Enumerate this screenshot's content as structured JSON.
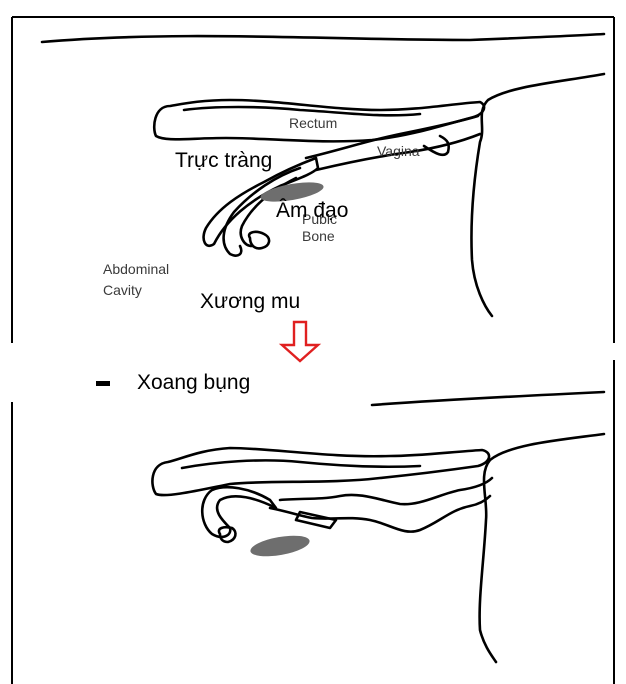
{
  "labels_en": {
    "rectum": "Rectum",
    "vagina": "Vagina",
    "pubic_bone_line1": "Pubic",
    "pubic_bone_line2": "Bone",
    "abdominal_cavity_line1": "Abdominal",
    "abdominal_cavity_line2": "Cavity"
  },
  "labels_vi": {
    "truc_trang": "Trực tràng",
    "am_dao": "Âm đạo",
    "xuong_mu": "Xương mu",
    "xoang_bung": "Xoang bụng"
  },
  "colors": {
    "outline": "#000000",
    "bone_fill": "#6e6e6e",
    "arrow": "#e02020",
    "frame": "#000000"
  }
}
